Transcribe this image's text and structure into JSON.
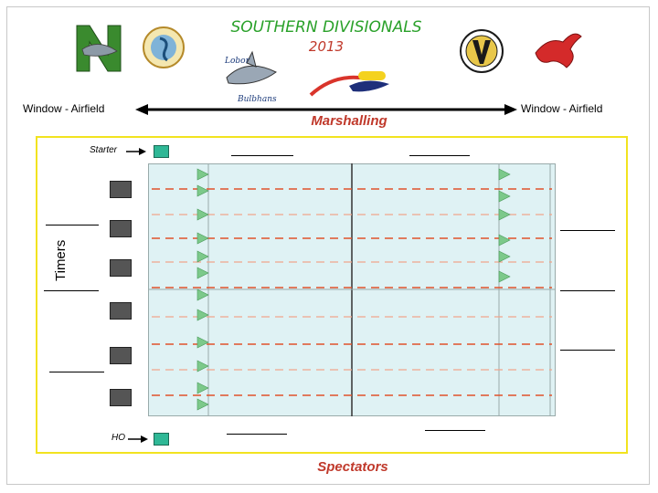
{
  "header": {
    "title": "SOUTHERN DIVISIONALS",
    "year": "2013"
  },
  "labels": {
    "window_left": "Window - Airfield",
    "window_right": "Window - Airfield",
    "marshalling": "Marshalling",
    "timers": "Timers",
    "starter": "Starter",
    "ho": "HO",
    "spectators": "Spectators"
  },
  "logos": [
    "n-logo",
    "seahorse-badge",
    "shark-logo",
    "swordfish-logo",
    "v-badge",
    "dragon-logo"
  ],
  "colors": {
    "title": "#2aa12a",
    "accent_red": "#c0392b",
    "pool": "#dff2f4",
    "lane_rope": "#e0522b",
    "marker": "#7cc98a",
    "station": "#2fb896",
    "border": "#f2e31f"
  }
}
